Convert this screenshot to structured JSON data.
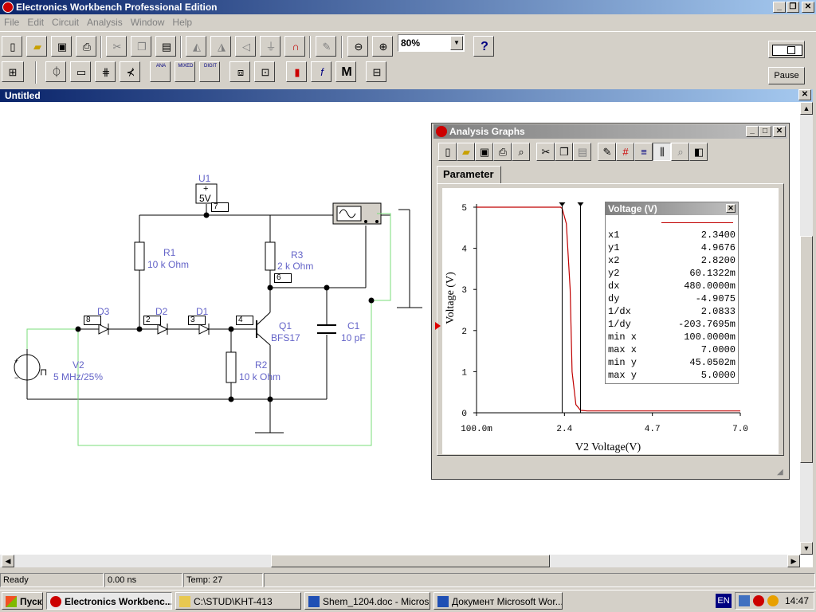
{
  "app": {
    "title": "Electronics Workbench Professional Edition"
  },
  "menu": [
    "File",
    "Edit",
    "Circuit",
    "Analysis",
    "Window",
    "Help"
  ],
  "toolbar": {
    "zoom_value": "80%",
    "help_label": "?",
    "pause_label": "Pause"
  },
  "parts_bin": {
    "ana": "ANA",
    "mixed": "MIXED",
    "digit": "DIGIT",
    "m_label": "M"
  },
  "document": {
    "title": "Untitled"
  },
  "circuit": {
    "u1": {
      "name": "U1",
      "value": "5V",
      "node": "7"
    },
    "r1": {
      "name": "R1",
      "value": "10 k Ohm"
    },
    "r3": {
      "name": "R3",
      "value": "2 k Ohm",
      "node": "6"
    },
    "r2": {
      "name": "R2",
      "value": "10 k Ohm"
    },
    "q1": {
      "name": "Q1",
      "value": "BFS17",
      "node": "4"
    },
    "c1": {
      "name": "C1",
      "value": "10 pF"
    },
    "d1": {
      "name": "D1",
      "node": "3"
    },
    "d2": {
      "name": "D2",
      "node": "2"
    },
    "d3": {
      "name": "D3",
      "node": "8"
    },
    "v2": {
      "name": "V2",
      "value": "5 MHz/25%"
    }
  },
  "analysis": {
    "title": "Analysis Graphs",
    "tab": "Parameter",
    "cursor_panel_title": "Voltage (V)",
    "cursor_values": [
      {
        "k": "x1",
        "v": "2.3400"
      },
      {
        "k": "y1",
        "v": "4.9676"
      },
      {
        "k": "x2",
        "v": "2.8200"
      },
      {
        "k": "y2",
        "v": "60.1322m"
      },
      {
        "k": "dx",
        "v": "480.0000m"
      },
      {
        "k": "dy",
        "v": "-4.9075"
      },
      {
        "k": "1/dx",
        "v": "2.0833"
      },
      {
        "k": "1/dy",
        "v": "-203.7695m"
      },
      {
        "k": "min x",
        "v": "100.0000m"
      },
      {
        "k": "max x",
        "v": "7.0000"
      },
      {
        "k": "min y",
        "v": "45.0502m"
      },
      {
        "k": "max y",
        "v": "5.0000"
      }
    ]
  },
  "chart_data": {
    "type": "line",
    "xlabel": "V2 Voltage(V)",
    "ylabel": "Voltage (V)",
    "x_ticks": [
      "100.0m",
      "2.4",
      "4.7",
      "7.0"
    ],
    "x_tick_values": [
      0.1,
      2.4,
      4.7,
      7.0
    ],
    "y_ticks": [
      "0",
      "1",
      "2",
      "3",
      "4",
      "5"
    ],
    "xlim": [
      0.1,
      7.0
    ],
    "ylim": [
      0,
      5
    ],
    "series": [
      {
        "color": "#c00000",
        "x": [
          0.1,
          2.3,
          2.34,
          2.45,
          2.55,
          2.6,
          2.7,
          2.82,
          3.0,
          7.0
        ],
        "y": [
          5.0,
          5.0,
          4.9676,
          4.6,
          3.0,
          1.0,
          0.2,
          0.06,
          0.045,
          0.045
        ]
      }
    ],
    "cursors": [
      2.34,
      2.82
    ]
  },
  "status": {
    "ready": "Ready",
    "time": "0.00 ns",
    "temp": "Temp:  27"
  },
  "taskbar": {
    "start": "Пуск",
    "items": [
      "Electronics Workbenc...",
      "C:\\STUD\\KHT-413",
      "Shem_1204.doc - Micros...",
      "Документ Microsoft Wor..."
    ],
    "lang": "EN",
    "clock": "14:47"
  },
  "colors": {
    "title_active": "#0a246a",
    "wire_green": "#78dc78",
    "curve": "#c00000",
    "component_label": "#6464c8"
  }
}
